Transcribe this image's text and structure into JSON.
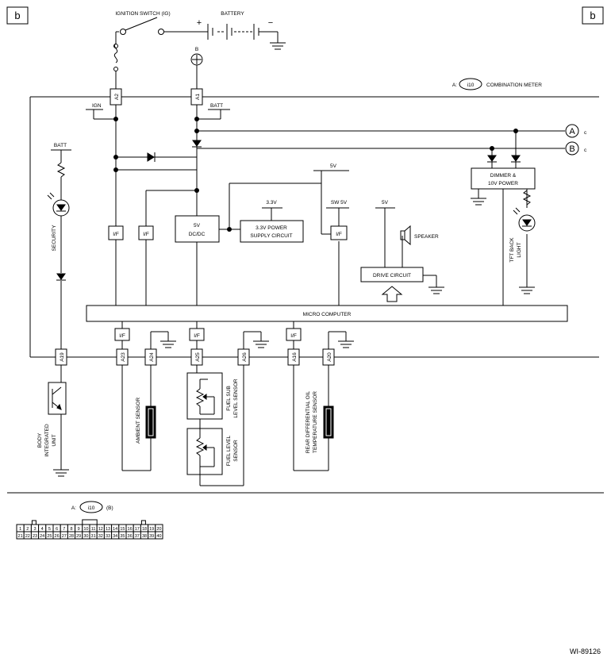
{
  "page": {
    "corner_left": "b",
    "corner_right": "b",
    "diagram_id": "WI-89126"
  },
  "power": {
    "ignition_switch": "IGNITION SWITCH (IG)",
    "battery": "BATTERY",
    "plus": "+",
    "minus": "−",
    "b_terminal": "B"
  },
  "meter": {
    "connector_prefix": "A:",
    "connector_id": "i10",
    "connector_name": "COMBINATION METER"
  },
  "pins": {
    "a2": "A2",
    "a1": "A1",
    "a19": "A19",
    "a23": "A23",
    "a24": "A24",
    "a25": "A25",
    "a26": "A26",
    "a16": "A16",
    "a20": "A20"
  },
  "labels": {
    "ign": "IGN",
    "batt_top": "BATT",
    "batt_security": "BATT",
    "security": "SECURITY",
    "if_left": "I/F",
    "if_mid": "I/F",
    "dcdc_line1": "5V",
    "dcdc_line2": "DC/DC",
    "psu_volt": "3.3V",
    "psu_line1": "3.3V POWER",
    "psu_line2": "SUPPLY CIRCUIT",
    "five_v_top": "5V",
    "sw5v": "SW 5V",
    "if_sw": "I/F",
    "five_v_drive": "5V",
    "speaker": "SPEAKER",
    "drive_circuit": "DRIVE CIRCUIT",
    "dimmer_line1": "DIMMER &",
    "dimmer_line2": "10V POWER",
    "tft_line1": "TFT BACK",
    "tft_line2": "LIGHT",
    "micro": "MICRO COMPUTER",
    "if_b1": "I/F",
    "if_b2": "I/F",
    "if_b3": "I/F",
    "line_a": "A",
    "line_b": "B",
    "line_a_c": "c",
    "line_b_c": "c"
  },
  "sensors": {
    "body_line1": "BODY",
    "body_line2": "INTEGRATED",
    "body_line3": "UNIT",
    "ambient": "AMBIENT SENSOR",
    "fuel_sub_line1": "FUEL SUB",
    "fuel_sub_line2": "LEVEL SENSOR",
    "fuel_level_line1": "FUEL LEVEL",
    "fuel_level_line2": "SENSOR",
    "rear_diff_line1": "REAR DIFFERENTIAL OIL",
    "rear_diff_line2": "TEMPERATURE SENSOR"
  },
  "connector_view": {
    "prefix": "A:",
    "id": "i10",
    "suffix": "(B)",
    "row1": [
      "1",
      "2",
      "3",
      "4",
      "5",
      "6",
      "7",
      "8",
      "9",
      "10",
      "11",
      "12",
      "13",
      "14",
      "15",
      "16",
      "17",
      "18",
      "19",
      "20"
    ],
    "row2": [
      "21",
      "22",
      "23",
      "24",
      "25",
      "26",
      "27",
      "28",
      "29",
      "30",
      "31",
      "32",
      "33",
      "34",
      "35",
      "36",
      "37",
      "38",
      "39",
      "40"
    ]
  }
}
